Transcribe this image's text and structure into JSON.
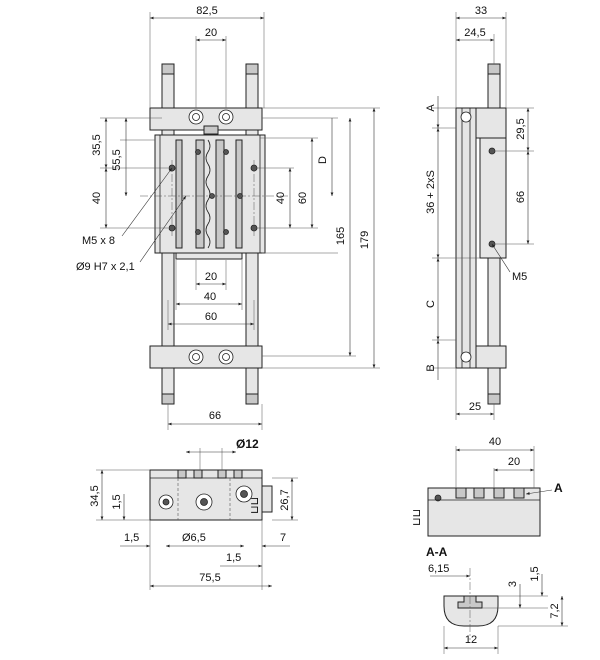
{
  "front_view": {
    "dims": {
      "overall_width": "82,5",
      "top_spacing": "20",
      "d35_5": "35,5",
      "d55_5": "55,5",
      "d40_left": "40",
      "d40_right": "40",
      "d60_right": "60",
      "d_label": "D",
      "d165": "165",
      "d179": "179",
      "d20_mid": "20",
      "d40_mid": "40",
      "d60_mid": "60",
      "d66_bottom": "66"
    },
    "callouts": {
      "m5x8": "M5 x 8",
      "bore": "Ø9 H7 x 2,1"
    }
  },
  "side_view": {
    "dims": {
      "d33": "33",
      "d24_5": "24,5",
      "d29_5": "29,5",
      "d66": "66",
      "d25": "25"
    },
    "segments": {
      "a": "A",
      "stroke": "36 + 2xS",
      "c": "C",
      "b": "B"
    },
    "callouts": {
      "m5": "M5"
    }
  },
  "bottom_view": {
    "dims": {
      "d12": "Ø12",
      "d34_5": "34,5",
      "d1_5_left": "1,5",
      "d1_5_bottom": "1,5",
      "d6_5": "Ø6,5",
      "d1_5_right": "1,5",
      "d7": "7",
      "d26_7": "26,7",
      "d75_5": "75,5"
    }
  },
  "detail_view": {
    "dims": {
      "d40": "40",
      "d20": "20",
      "marker_a": "A"
    },
    "section": {
      "title": "A-A",
      "d6_15": "6,15",
      "d3": "3",
      "d1_5": "1,5",
      "d7_2": "7,2",
      "d12": "12"
    }
  }
}
